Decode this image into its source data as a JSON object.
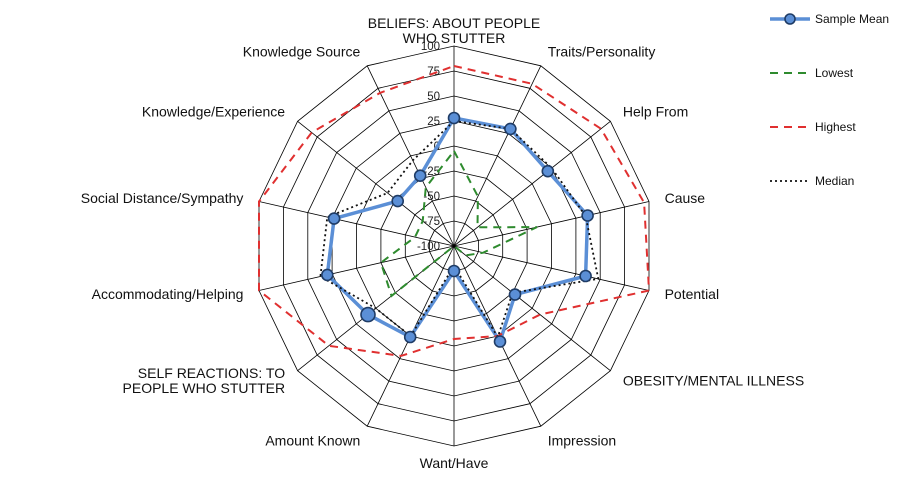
{
  "chart_data": {
    "type": "radar",
    "axes": [
      {
        "label": "BELIEFS: ABOUT PEOPLE\nWHO STUTTER",
        "anchor": "middle"
      },
      {
        "label": "Traits/Personality",
        "anchor": "start"
      },
      {
        "label": "Help From",
        "anchor": "start"
      },
      {
        "label": "Cause",
        "anchor": "start"
      },
      {
        "label": "Potential",
        "anchor": "start"
      },
      {
        "label": "OBESITY/MENTAL ILLNESS",
        "anchor": "start"
      },
      {
        "label": "Impression",
        "anchor": "start"
      },
      {
        "label": "Want/Have",
        "anchor": "middle"
      },
      {
        "label": "Amount Known",
        "anchor": "end"
      },
      {
        "label": "SELF REACTIONS: TO\nPEOPLE WHO STUTTER",
        "anchor": "end"
      },
      {
        "label": "Accommodating/Helping",
        "anchor": "end"
      },
      {
        "label": "Social Distance/Sympathy",
        "anchor": "end"
      },
      {
        "label": "Knowledge/Experience",
        "anchor": "end"
      },
      {
        "label": "Knowledge Source",
        "anchor": "end"
      }
    ],
    "rmin": -100,
    "rmax": 100,
    "ticks": [
      -100,
      -75,
      -50,
      -25,
      0,
      25,
      50,
      75,
      100
    ],
    "tick_labels": [
      "-100",
      "-75",
      "-50",
      "-25",
      "0",
      "25",
      "50",
      "75",
      "100"
    ],
    "series": [
      {
        "name": "Sample Mean",
        "style": "solid-markers",
        "color": "#5b8fd6",
        "marker_fill": "#5b8fd6",
        "marker_stroke": "#1f3c66",
        "values": [
          28,
          30,
          20,
          37,
          35,
          -22,
          6,
          -75,
          1,
          10,
          30,
          23,
          -28,
          -22
        ],
        "big_marker_axes": [
          9
        ]
      },
      {
        "name": "Lowest",
        "style": "dashed",
        "color": "#2e8b2e",
        "values": [
          -5,
          -45,
          -70,
          -15,
          -70,
          -85,
          -100,
          -100,
          -100,
          -20,
          -25,
          -60,
          -60,
          -35
        ]
      },
      {
        "name": "Highest",
        "style": "dashed",
        "color": "#e03030",
        "values": [
          80,
          80,
          88,
          95,
          100,
          10,
          0,
          -7,
          22,
          60,
          100,
          100,
          82,
          70
        ]
      },
      {
        "name": "Median",
        "style": "dotted",
        "color": "#111111",
        "values": [
          25,
          30,
          25,
          35,
          48,
          -25,
          1,
          -80,
          0,
          0,
          37,
          30,
          -15,
          -5
        ]
      }
    ],
    "legend_position": "top-right"
  },
  "colors": {
    "grid": "#000000",
    "background": "#ffffff"
  }
}
